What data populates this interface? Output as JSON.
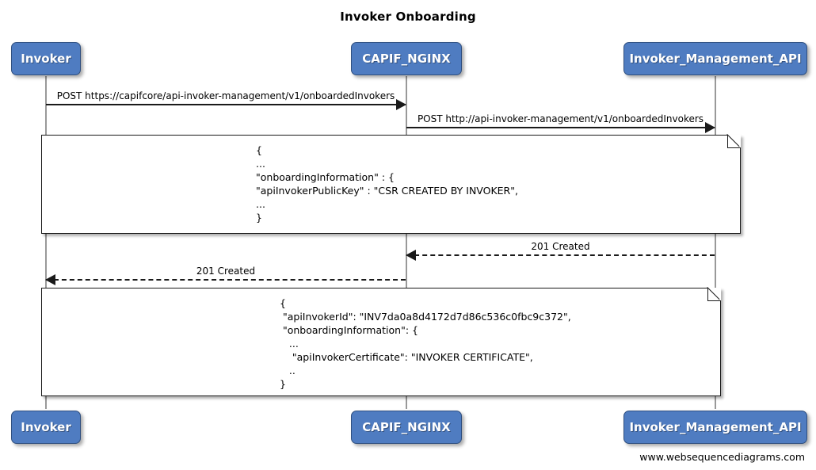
{
  "diagram": {
    "title": "Invoker Onboarding",
    "footer": "www.websequencediagrams.com",
    "accent_color": "#4F7CC1",
    "border_color": "#2F4F7F",
    "line_color": "#999999",
    "arrow_color": "#1A1A1A"
  },
  "actors": [
    {
      "name": "Invoker"
    },
    {
      "name": "CAPIF_NGINX"
    },
    {
      "name": "Invoker_Management_API"
    }
  ],
  "messages": [
    {
      "label": "POST https://capifcore/api-invoker-management/v1/onboardedInvokers",
      "from": "Invoker",
      "to": "CAPIF_NGINX",
      "style": "solid",
      "direction": "right"
    },
    {
      "label": "POST http://api-invoker-management/v1/onboardedInvokers",
      "from": "CAPIF_NGINX",
      "to": "Invoker_Management_API",
      "style": "solid",
      "direction": "right"
    },
    {
      "label": "201 Created",
      "from": "Invoker_Management_API",
      "to": "CAPIF_NGINX",
      "style": "dashed",
      "direction": "left"
    },
    {
      "label": "201 Created",
      "from": "CAPIF_NGINX",
      "to": "Invoker",
      "style": "dashed",
      "direction": "left"
    }
  ],
  "notes": [
    {
      "id": "note-request-body",
      "lines": [
        "{",
        "...",
        "\"onboardingInformation\" : {",
        "\"apiInvokerPublicKey\" : \"CSR CREATED BY INVOKER\",",
        "...",
        "}"
      ]
    },
    {
      "id": "note-response-body",
      "lines": [
        "{",
        " \"apiInvokerId\": \"INV7da0a8d4172d7d86c536c0fbc9c372\",",
        " \"onboardingInformation\": {",
        "   ...",
        "    \"apiInvokerCertificate\": \"INVOKER CERTIFICATE\",",
        "   ..",
        "}"
      ]
    }
  ]
}
